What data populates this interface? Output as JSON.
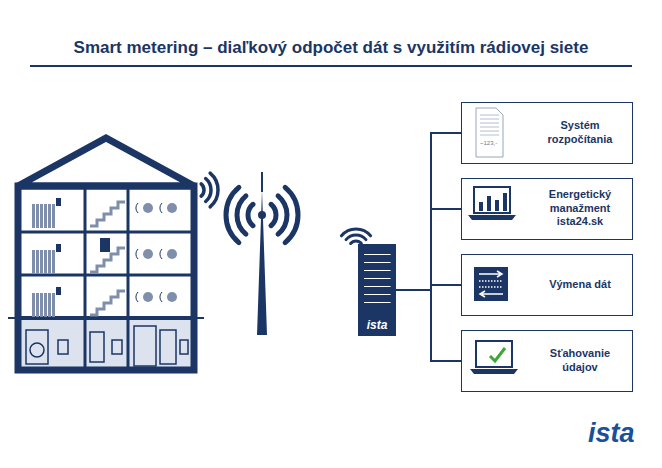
{
  "diagram": {
    "title": "Smart metering – diaľkový odpočet dát s využitím rádiovej siete",
    "nodes": [
      {
        "text": [
          "ista"
        ]
      },
      {
        "text": [
          "Systém rozpočítania"
        ]
      },
      {
        "text": [
          "Energetický manažment ista24.sk"
        ]
      },
      {
        "text": [
          "Výmena dát"
        ]
      },
      {
        "text": [
          "Sťahovanie údajov"
        ]
      }
    ],
    "edges": [
      {
        "from": 0,
        "to": 1,
        "arrow": "none"
      },
      {
        "from": 0,
        "to": 2,
        "arrow": "none"
      },
      {
        "from": 0,
        "to": 3,
        "arrow": "none"
      },
      {
        "from": 0,
        "to": 4,
        "arrow": "none"
      }
    ],
    "labels": [
      "~123,-",
      "ista"
    ]
  }
}
